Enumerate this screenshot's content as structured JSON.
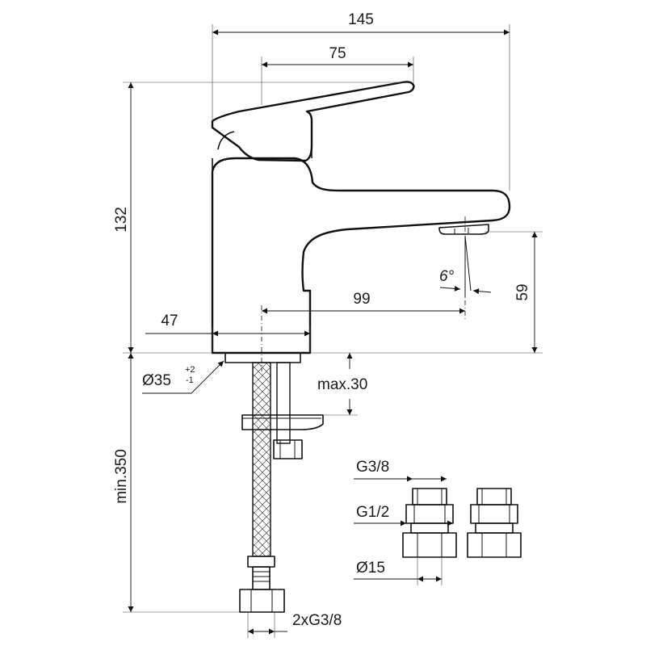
{
  "dimensions": {
    "overall_width": "145",
    "lever_length": "75",
    "height": "132",
    "base_width": "47",
    "spout_reach": "99",
    "outlet_height": "59",
    "outlet_angle": "6",
    "degree_sign": "°",
    "base_diameter": "Ø35",
    "base_diameter_tol_upper": "+2",
    "base_diameter_tol_lower": "-1",
    "max_thickness": "max.30",
    "hose_length": "min.350",
    "hose_thread": "2xG3/8"
  },
  "fittings": {
    "thread_small": "G3/8",
    "thread_large": "G1/2",
    "pipe_diameter": "Ø15"
  },
  "colors": {
    "line": "#111111",
    "background": "#ffffff"
  }
}
